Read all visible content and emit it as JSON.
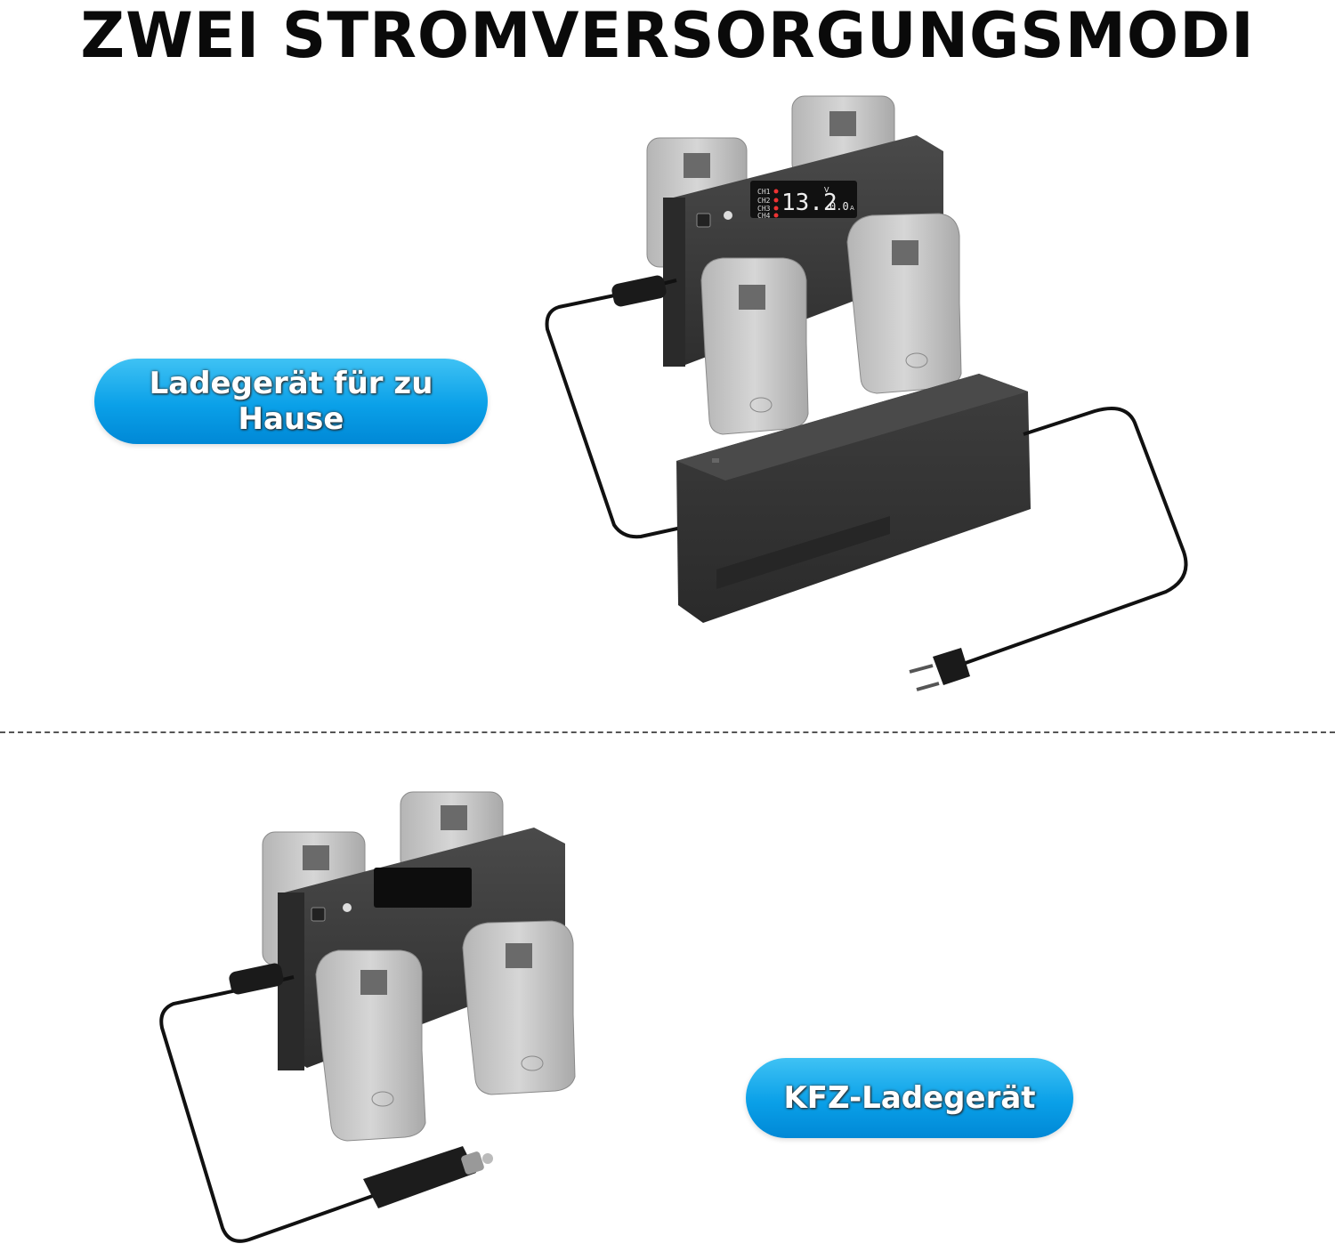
{
  "title": "ZWEI STROMVERSORGUNGSMODI",
  "home_mode": {
    "label": "Ladegerät für zu Hause",
    "display": {
      "channels": [
        "CH1",
        "CH2",
        "CH3",
        "CH4"
      ],
      "voltage": "13.2",
      "voltage_unit": "V",
      "current": "0.0",
      "current_unit": "A"
    }
  },
  "car_mode": {
    "label": "KFZ-Ladegerät"
  },
  "colors": {
    "pill_accent": "#0aa0e8",
    "charger_body": "#3a3a3a",
    "battery": "#c8c8c8"
  }
}
